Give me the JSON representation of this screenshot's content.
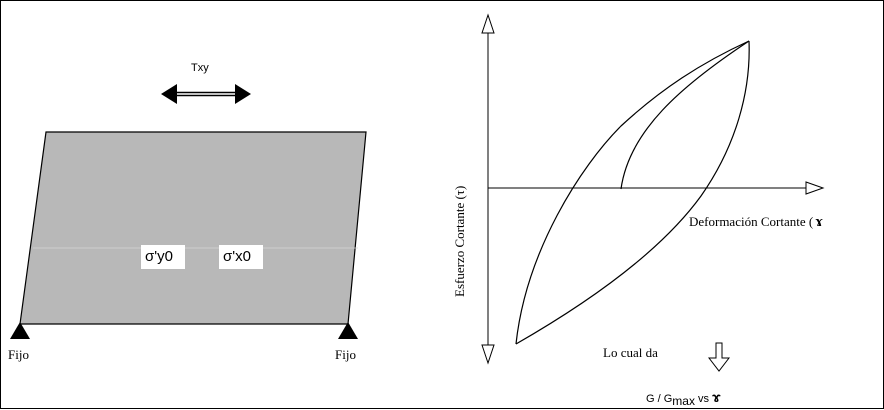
{
  "panel_left": {
    "shear_label": "Txy",
    "sigma_y_label": "σ'y0",
    "sigma_x_label": "σ'x0",
    "support_left_label": "Fijo",
    "support_right_label": "Fijo",
    "colors": {
      "block_fill": "#b8b8b8",
      "block_stroke": "#000000",
      "label_bg": "#ffffff"
    }
  },
  "panel_right": {
    "y_axis_label": "Esfuerzo Cortante  (τ)",
    "x_axis_label": "Deformación Cortante (",
    "gamma_symbol": "ɤ",
    "result_label": "Lo cual da",
    "footer_prefix": "G / G",
    "footer_subscript": "max",
    "footer_suffix": " vs ",
    "footer_gamma": "ɤ"
  }
}
